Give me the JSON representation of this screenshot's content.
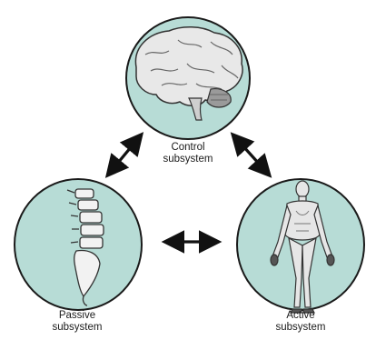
{
  "diagram": {
    "nodes": [
      {
        "id": "control",
        "line1": "Control",
        "line2": "subsystem",
        "icon": "brain-icon"
      },
      {
        "id": "passive",
        "line1": "Passive",
        "line2": "subsystem",
        "icon": "spine-icon"
      },
      {
        "id": "active",
        "line1": "Active",
        "line2": "subsystem",
        "icon": "human-body-icon"
      }
    ],
    "edges": [
      {
        "from": "control",
        "to": "passive",
        "direction": "bidirectional"
      },
      {
        "from": "control",
        "to": "active",
        "direction": "bidirectional"
      },
      {
        "from": "passive",
        "to": "active",
        "direction": "bidirectional"
      }
    ],
    "colors": {
      "circle_fill": "#b7dcd6",
      "circle_stroke": "#1a1a1a",
      "arrow": "#111111"
    }
  }
}
